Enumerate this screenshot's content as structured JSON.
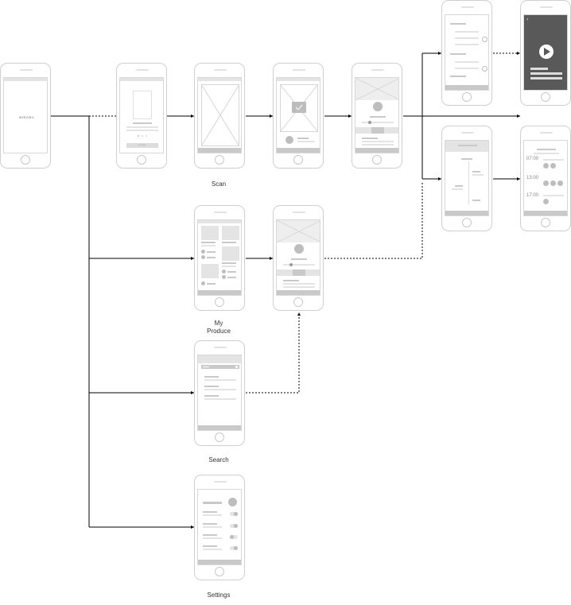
{
  "screens": {
    "splash": {
      "logo_text": "MIROBC"
    },
    "onboarding": {
      "button_label": "Let's Start"
    }
  },
  "labels": {
    "scan": "Scan",
    "my_produce": "My\nProduce",
    "search": "Search",
    "settings": "Settings"
  },
  "timeline": {
    "times": [
      "07:00",
      "13:00",
      "17:00"
    ]
  },
  "colors": {
    "line": "#000000",
    "wireframe_stroke": "#cfcfcf",
    "placeholder": "#c9c9c9",
    "video_bg": "#555555"
  }
}
